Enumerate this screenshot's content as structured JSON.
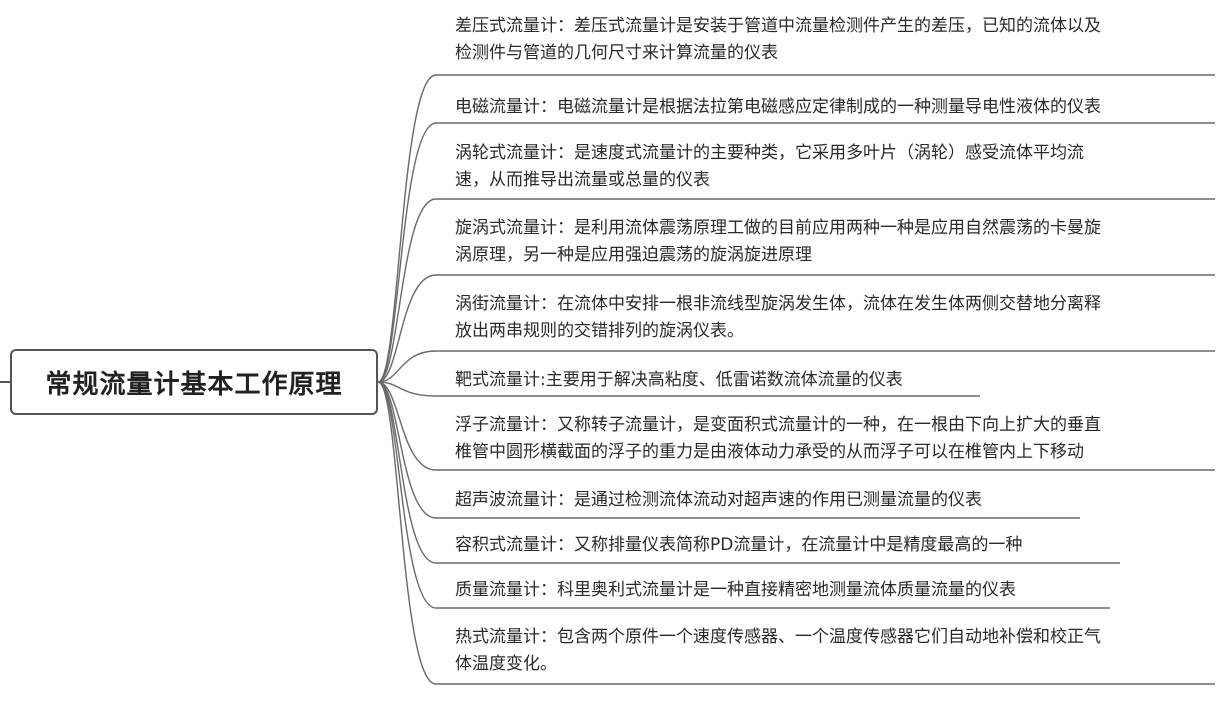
{
  "root": {
    "label": "常规流量计基本工作原理"
  },
  "items": [
    {
      "text": "差压式流量计：差压式流量计是安装于管道中流量检测件产生的差压，已知的流体以及\n检测件与管道的几何尺寸来计算流量的仪表"
    },
    {
      "text": "电磁流量计：电磁流量计是根据法拉第电磁感应定律制成的一种测量导电性液体的仪表"
    },
    {
      "text": "涡轮式流量计：是速度式流量计的主要种类，它采用多叶片（涡轮）感受流体平均流\n速，从而推导出流量或总量的仪表"
    },
    {
      "text": "旋涡式流量计：是利用流体震荡原理工做的目前应用两种一种是应用自然震荡的卡曼旋\n涡原理，另一种是应用强迫震荡的旋涡旋进原理"
    },
    {
      "text": "涡街流量计：在流体中安排一根非流线型旋涡发生体，流体在发生体两侧交替地分离释\n放出两串规则的交错排列的旋涡仪表。"
    },
    {
      "text": "靶式流量计:主要用于解决高粘度、低雷诺数流体流量的仪表"
    },
    {
      "text": "浮子流量计：又称转子流量计，是变面积式流量计的一种，在一根由下向上扩大的垂直\n椎管中圆形横截面的浮子的重力是由液体动力承受的从而浮子可以在椎管内上下移动"
    },
    {
      "text": "超声波流量计：是通过检测流体流动对超声速的作用已测量流量的仪表"
    },
    {
      "text": "容积式流量计：又称排量仪表简称PD流量计，在流量计中是精度最高的一种"
    },
    {
      "text": "质量流量计：科里奥利式流量计是一种直接精密地测量流体质量流量的仪表"
    },
    {
      "text": "热式流量计：包含两个原件一个速度传感器、一个温度传感器它们自动地补偿和校正气\n体温度变化。"
    }
  ]
}
